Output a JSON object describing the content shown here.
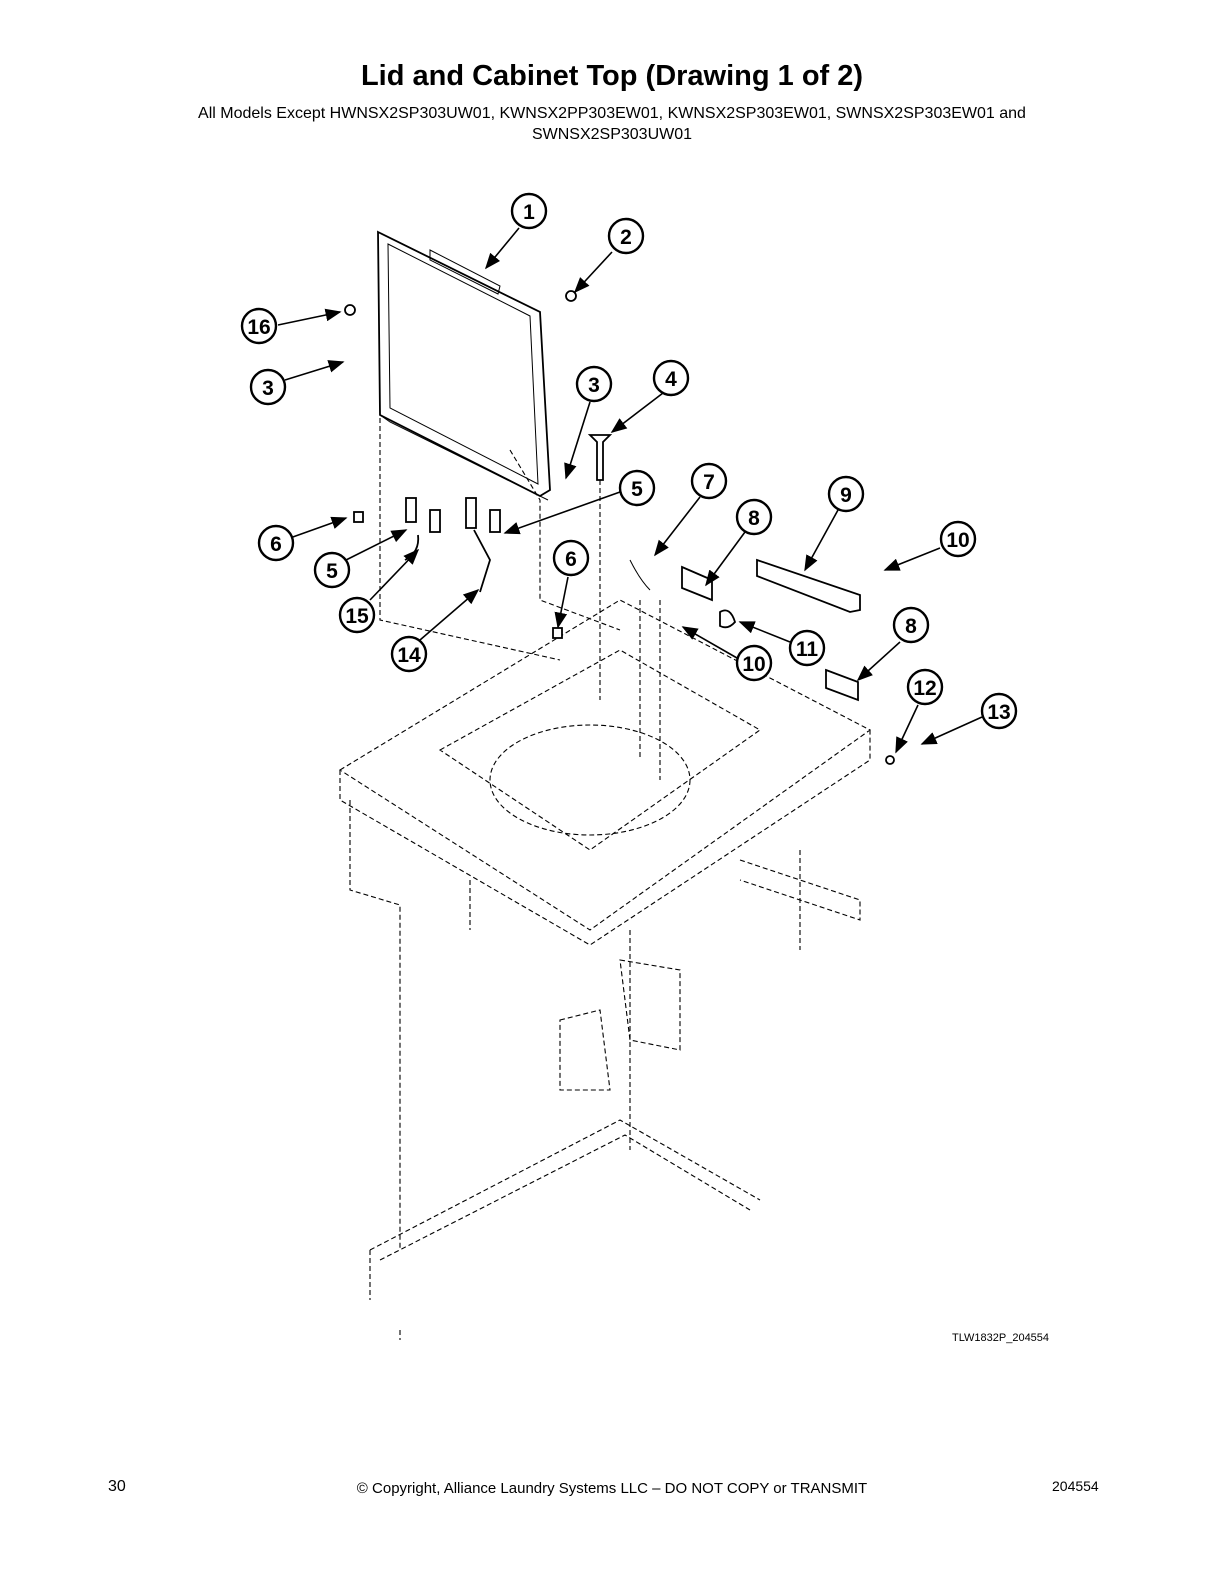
{
  "header": {
    "title": "Lid and Cabinet Top (Drawing 1 of 2)",
    "subtitle": "All Models Except HWNSX2SP303UW01, KWNSX2PP303EW01, KWNSX2SP303EW01, SWNSX2SP303EW01 and SWNSX2SP303UW01"
  },
  "diagram": {
    "drawing_code": "TLW1832P_204554",
    "callouts": [
      "1",
      "2",
      "16",
      "3",
      "3",
      "4",
      "5",
      "7",
      "9",
      "8",
      "10",
      "6",
      "5",
      "15",
      "6",
      "14",
      "11",
      "10",
      "8",
      "12",
      "13"
    ]
  },
  "footer": {
    "page_number": "30",
    "copyright": "© Copyright, Alliance Laundry Systems LLC – DO NOT COPY or TRANSMIT",
    "document_number": "204554"
  }
}
